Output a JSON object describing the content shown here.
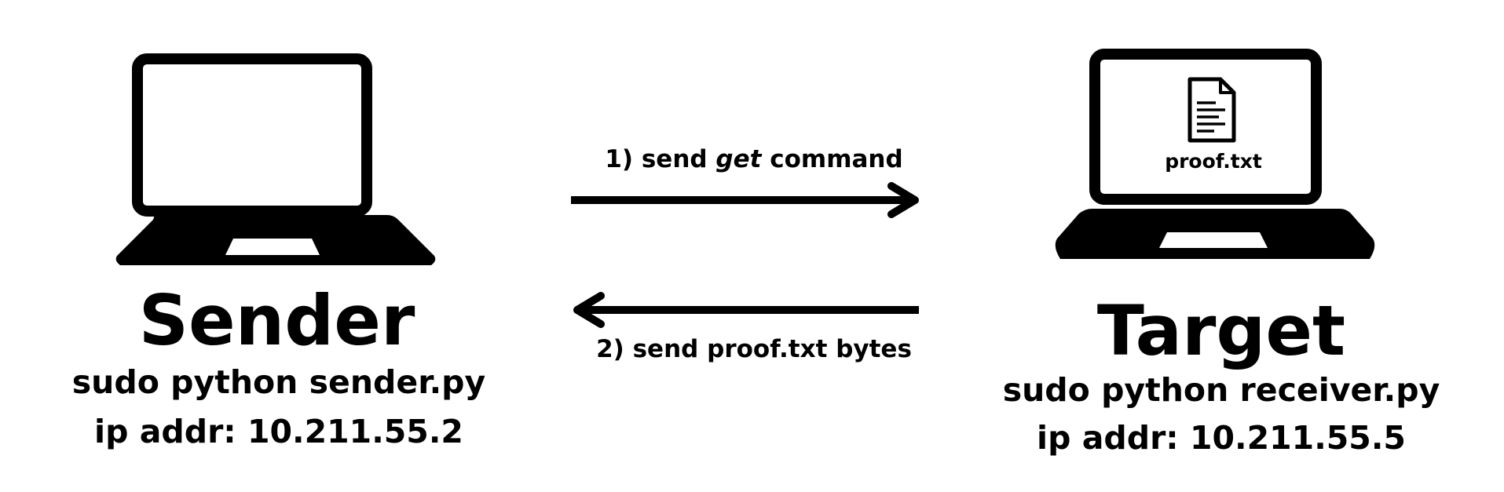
{
  "sender": {
    "name": "Sender",
    "command": "sudo python sender.py",
    "ip": "ip addr: 10.211.55.2",
    "icon": "laptop-icon"
  },
  "target": {
    "name": "Target",
    "command": "sudo python receiver.py",
    "ip": "ip addr: 10.211.55.5",
    "icon": "laptop-icon",
    "file": {
      "icon": "document-icon",
      "label": "proof.txt"
    }
  },
  "arrows": {
    "request": {
      "prefix": "1) send ",
      "emphasis": "get",
      "suffix": " command",
      "direction": "sender-to-target"
    },
    "response": {
      "label": "2) send proof.txt bytes",
      "direction": "target-to-sender"
    }
  },
  "colors": {
    "foreground": "#000000",
    "background": "#ffffff"
  }
}
